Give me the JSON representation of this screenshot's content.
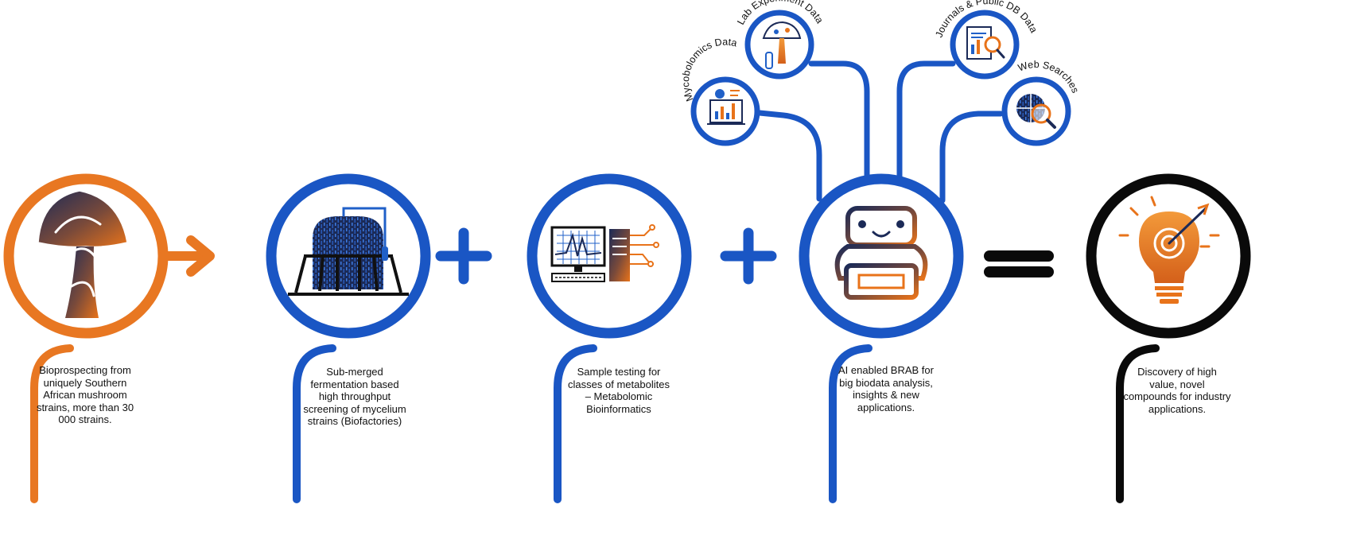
{
  "colors": {
    "orange": "#E87722",
    "blue": "#1A56C4",
    "black": "#0A0A0A",
    "navy": "#1B2A57",
    "accent_orange": "#E8731A",
    "accent_blue": "#2060C8"
  },
  "stages": [
    {
      "id": "bioprospecting",
      "icon": "mushroom-icon",
      "description": "Bioprospecting from uniquely Southern African mushroom strains, more than 30 000 strains."
    },
    {
      "id": "fermentation",
      "icon": "bioreactor-icon",
      "description": "Sub-merged fermentation based high throughput screening of mycelium strains (Biofactories)"
    },
    {
      "id": "sample-testing",
      "icon": "computer-workstation-icon",
      "description": "Sample testing for classes of metabolites – Metabolomic Bioinformatics"
    },
    {
      "id": "ai-brab",
      "icon": "robot-icon",
      "description": "AI enabled BRAB for big biodata analysis, insights & new applications."
    },
    {
      "id": "discovery",
      "icon": "lightbulb-target-icon",
      "description": "Discovery of high value, novel compounds for industry applications."
    }
  ],
  "data_sources": [
    {
      "id": "mycobolomics",
      "label": "Mycobolomics Data",
      "icon": "chart-laptop-icon"
    },
    {
      "id": "lab-experiment",
      "label": "Lab Experiment Data",
      "icon": "lab-mushroom-icon"
    },
    {
      "id": "journals",
      "label": "Journals & Public DB Data",
      "icon": "document-search-icon"
    },
    {
      "id": "web-searches",
      "label": "Web Searches",
      "icon": "globe-search-icon"
    }
  ],
  "operators": [
    "arrow-icon",
    "plus-icon",
    "plus-icon",
    "equals-icon"
  ]
}
